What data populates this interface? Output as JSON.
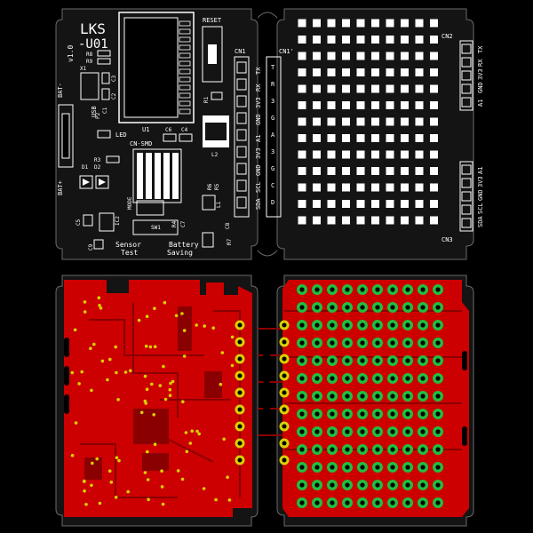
{
  "board": {
    "title_line1": "LKS",
    "title_line2": "-U01",
    "version": "v1.0",
    "colors": {
      "background": "#000000",
      "board_fill": "#141414",
      "silkscreen": "#ffffff",
      "copper": "#cc0000",
      "copper_dark": "#8a0000",
      "via_pad": "#1fbf3f",
      "via_hole": "#000000",
      "pad_yellow": "#d9d000"
    }
  },
  "top_labels": {
    "reset": "RESET",
    "cn1": "CN1",
    "cn1_prime": "CN1'",
    "cn2": "CN2",
    "cn3": "CN3",
    "cn_smd": "CN-SMD",
    "led": "LED",
    "mode": "MODE",
    "sw1": "SW1",
    "sensor_line1": "Sensor",
    "sensor_line2": "Test",
    "battery_line1": "Battery",
    "battery_line2": "Saving",
    "bat_minus": "BAT-",
    "bat_plus": "BAT+",
    "usb": "USB"
  },
  "components": {
    "r8": "R8",
    "r9": "R9",
    "x1": "X1",
    "c3": "C3",
    "c2": "C2",
    "c1": "C1",
    "p2": "P2",
    "u1": "U1",
    "c6": "C6",
    "c4": "C4",
    "r1": "R1",
    "r3": "R3",
    "l2": "L2",
    "d1": "D1",
    "d2": "D2",
    "r6": "R6",
    "r5": "R5",
    "l1": "L1",
    "c8": "C8",
    "c5": "C5",
    "c7": "C7",
    "r4": "R4",
    "r7": "R7",
    "ic2": "IC2",
    "c9": "C9"
  },
  "pin_labels": {
    "left_header": [
      "TX",
      "RX",
      "3V3",
      "GND",
      "A1",
      "3V3",
      "GND",
      "SCL",
      "SDA"
    ],
    "proto_column": [
      "T",
      "R",
      "3",
      "G",
      "A",
      "3",
      "G",
      "C",
      "D"
    ],
    "cn2_pins": [
      "TX",
      "RX",
      "3V3",
      "GND",
      "A1"
    ],
    "cn3_pins": [
      "A1",
      "3V3",
      "GND",
      "SCL",
      "SDA"
    ]
  },
  "top_proto": {
    "hole_cols": 10,
    "hole_rows": 13
  },
  "bottom_proto": {
    "hole_cols": 10,
    "hole_rows": 13
  }
}
